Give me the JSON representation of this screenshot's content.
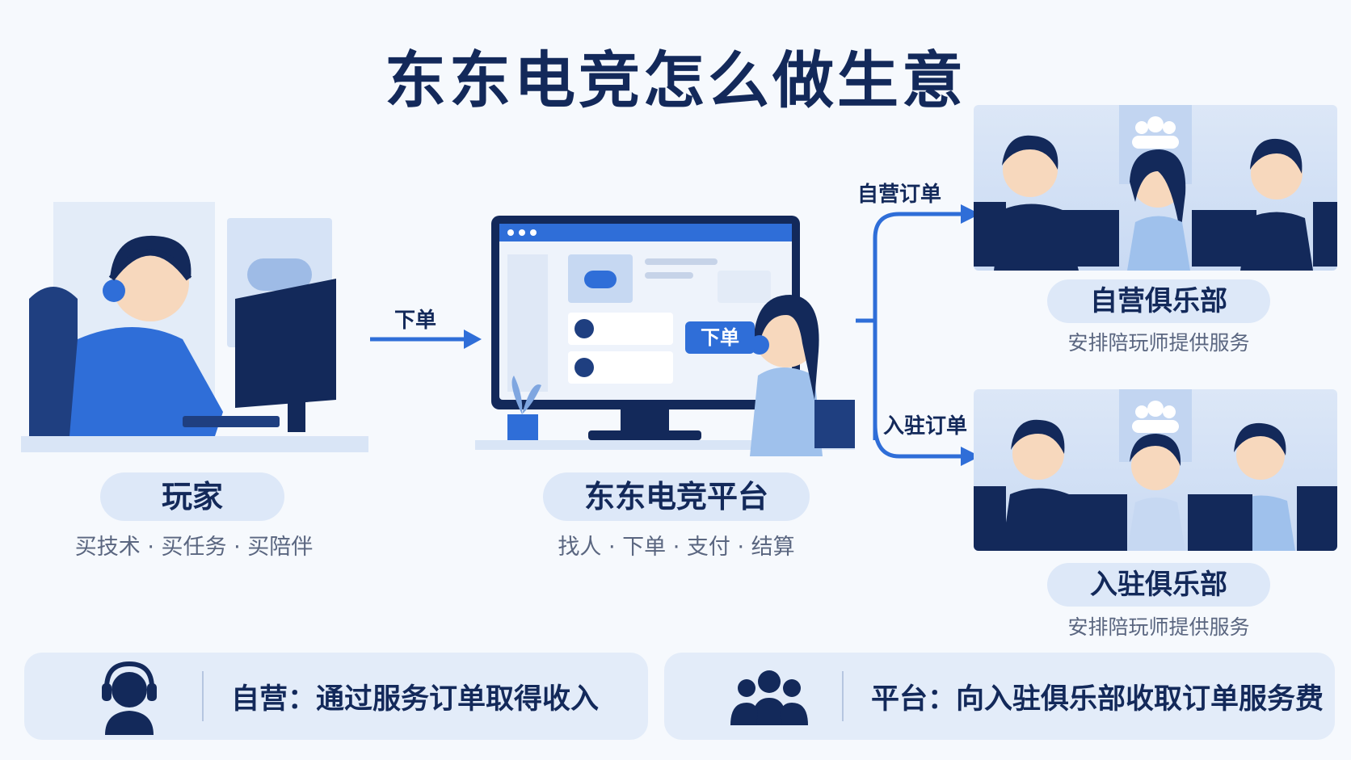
{
  "title": "东东电竞怎么做生意",
  "player": {
    "label": "玩家",
    "desc": "买技术 · 买任务 · 买陪伴"
  },
  "platform": {
    "label": "东东电竞平台",
    "desc": "找人 · 下单 · 支付 · 结算",
    "screen_button": "下单"
  },
  "arrows": {
    "order": "下单",
    "self_order": "自营订单",
    "resident_order": "入驻订单"
  },
  "self_club": {
    "label": "自营俱乐部",
    "desc": "安排陪玩师提供服务"
  },
  "resident_club": {
    "label": "入驻俱乐部",
    "desc": "安排陪玩师提供服务"
  },
  "banners": {
    "self": "自营：通过服务订单取得收入",
    "platform": "平台：向入驻俱乐部收取订单服务费"
  },
  "colors": {
    "navy": "#13295a",
    "blue": "#2f6ed8",
    "pill": "#dde8f8",
    "banner": "#e3ecf9"
  }
}
